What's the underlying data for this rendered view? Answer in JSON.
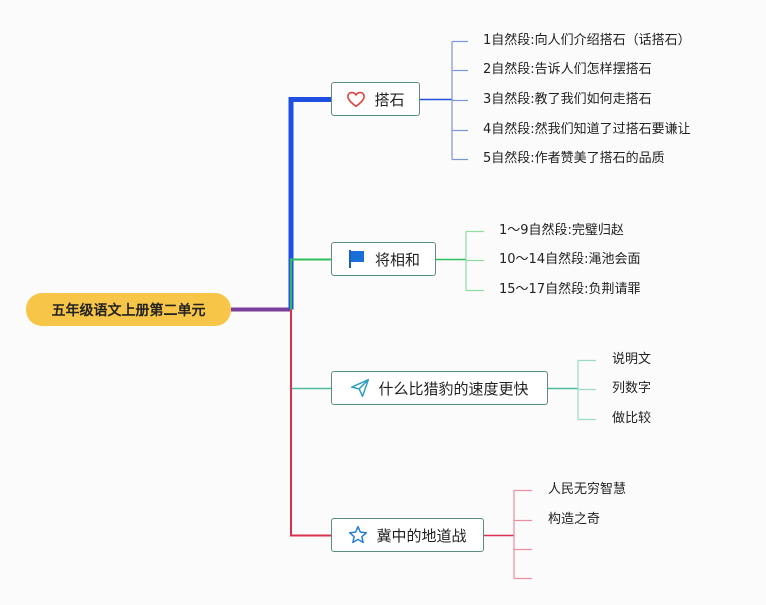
{
  "root": {
    "label": "五年级语文上册第二单元"
  },
  "branches": [
    {
      "label": "搭石",
      "icon": "heart-icon",
      "color": "#1f4fe0",
      "leaf_color": "#7a96d6",
      "children": [
        "1自然段:向人们介绍搭石（话搭石）",
        "2自然段:告诉人们怎样摆搭石",
        "3自然段:教了我们如何走搭石",
        "4自然段:然我们知道了过搭石要谦让",
        "5自然段:作者赞美了搭石的品质"
      ]
    },
    {
      "label": "将相和",
      "icon": "flag-icon",
      "color": "#2fbf5a",
      "leaf_color": "#8fdca2",
      "children": [
        "1～9自然段:完璧归赵",
        "10～14自然段:渑池会面",
        "15～17自然段:负荆请罪"
      ]
    },
    {
      "label": "什么比猎豹的速度更快",
      "icon": "paper-plane-icon",
      "color": "#4fb9a0",
      "leaf_color": "#99dac8",
      "children": [
        "说明文",
        "列数字",
        "做比较"
      ]
    },
    {
      "label": "冀中的地道战",
      "icon": "star-icon",
      "color": "#d83250",
      "leaf_color": "#e98fa1",
      "children": [
        "人民无穷智慧",
        "构造之奇",
        "",
        ""
      ]
    }
  ],
  "root_connector_color": "#7a3f9a"
}
